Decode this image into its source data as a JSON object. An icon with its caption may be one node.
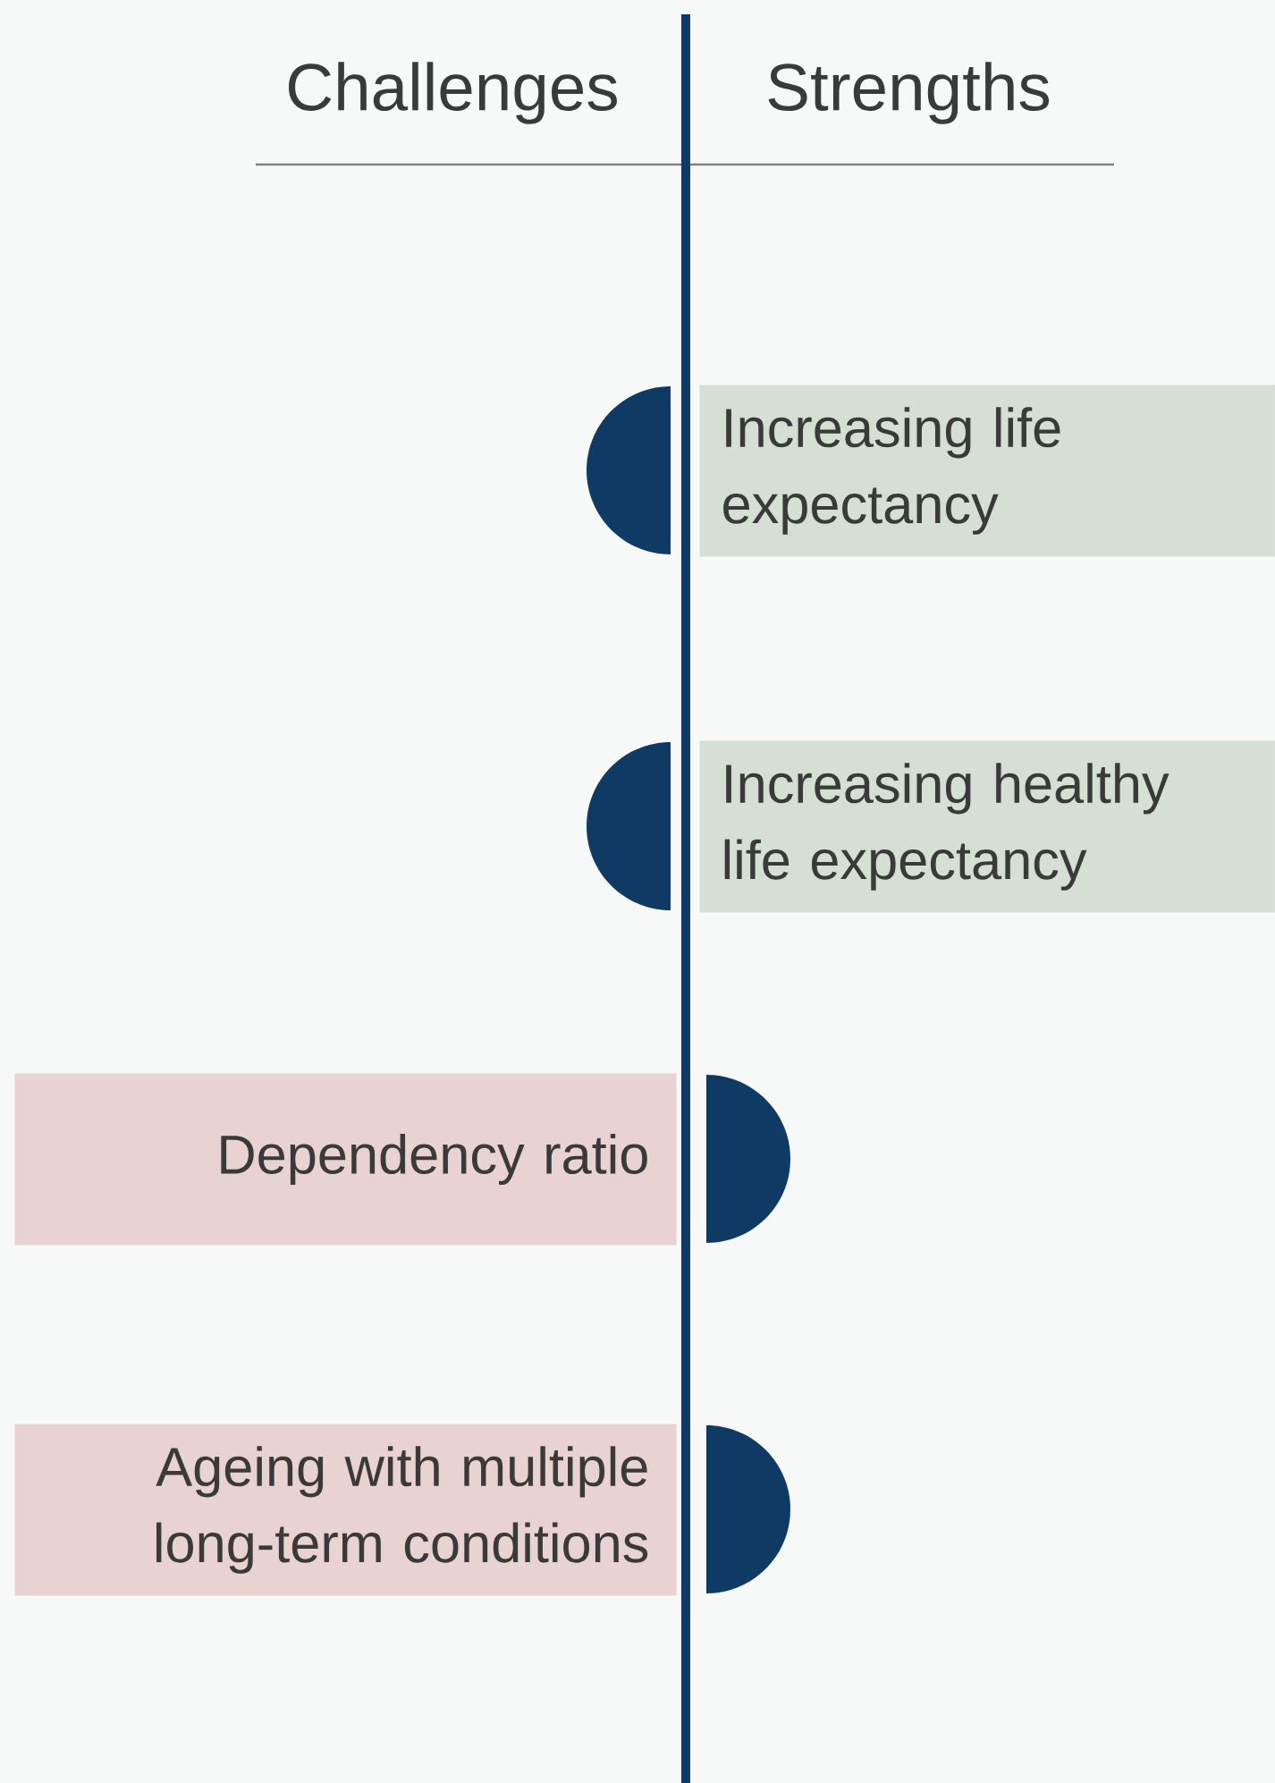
{
  "diagram": {
    "nodes": [
      {
        "text": [],
        "shape": "semicircle"
      },
      {
        "text": [
          "Increasing life expectancy"
        ]
      },
      {
        "text": [],
        "shape": "semicircle"
      },
      {
        "text": [
          "Increasing healthy life expectancy"
        ]
      },
      {
        "text": [
          "Dependency ratio"
        ]
      },
      {
        "text": [],
        "shape": "semicircle"
      },
      {
        "text": [
          "Ageing with multiple long-term conditions"
        ]
      },
      {
        "text": [],
        "shape": "semicircle"
      }
    ],
    "labels": [
      "Challenges",
      "Strengths"
    ]
  }
}
